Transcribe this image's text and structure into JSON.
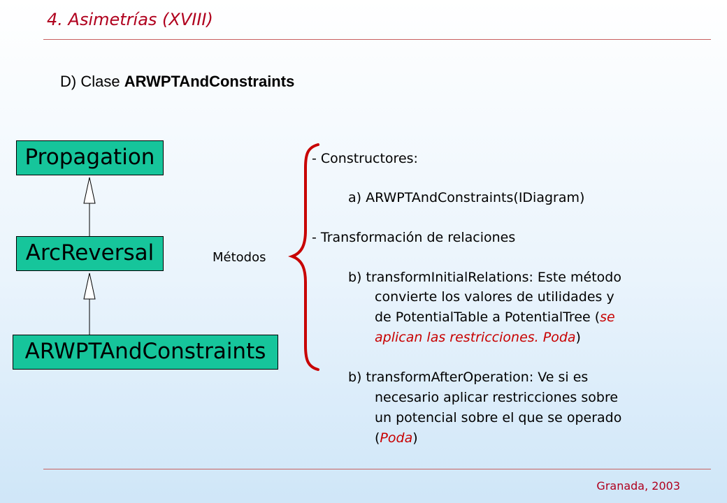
{
  "header": {
    "title": "4. Asimetrías (XVIII)"
  },
  "subtitle": {
    "prefix": "D) Clase ",
    "class_name": "ARWPTAndConstraints"
  },
  "diagram": {
    "boxes": [
      "Propagation",
      "ArcReversal",
      "ARWPTAndConstraints"
    ]
  },
  "methods_label": "Métodos",
  "methods": {
    "constructors_header": "- Constructores:",
    "constructor_a": "a) ARWPTAndConstraints(IDiagram)",
    "transform_header": "- Transformación de relaciones",
    "b1_line1": "b) transformInitialRelations: Este método",
    "b1_line2": "convierte  los  valores  de utilidades y",
    "b1_line3_pre": "de PotentialTable a PotentialTree (",
    "b1_line3_red": "se",
    "b1_line4_red": "aplican las restricciones. Poda",
    "b1_line4_post": ")",
    "b2_line1": "b) transformAfterOperation: Ve si es",
    "b2_line2": "necesario aplicar restricciones sobre",
    "b2_line3": "un potencial sobre el que se operado",
    "b2_line4_pre": "(",
    "b2_line4_red": "Poda",
    "b2_line4_post": ")"
  },
  "footer": {
    "text": "Granada, 2003"
  },
  "colors": {
    "accent": "#b0001e",
    "box_fill": "#16c59b",
    "brace": "#c80000"
  }
}
